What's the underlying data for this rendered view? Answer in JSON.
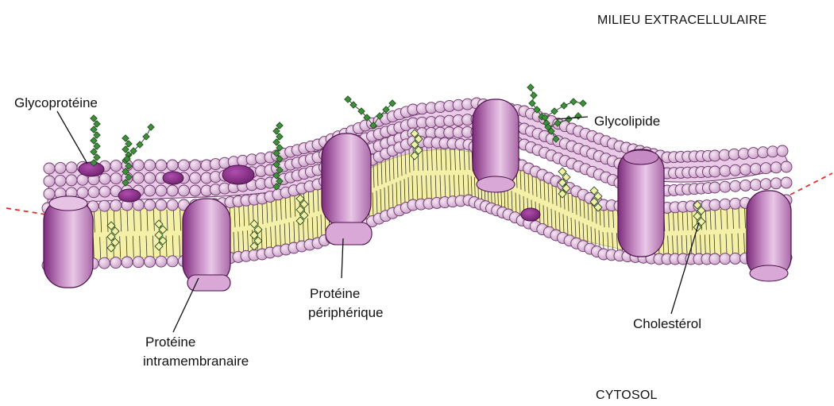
{
  "regions": {
    "extracellular": "MILIEU EXTRACELLULAIRE",
    "cytosol": "CYTOSOL"
  },
  "labels": {
    "glycoprotein": "Glycoprotéine",
    "glycolipid": "Glycolipide",
    "peripheral_line1": "Protéine",
    "peripheral_line2": "périphérique",
    "integral_line1": "Protéine",
    "integral_line2": "intramembranaire",
    "cholesterol": "Cholestérol"
  },
  "colors": {
    "background": "#ffffff",
    "phospholipid_head": "#e7c5e4",
    "head_outline": "#5d2d5d",
    "lipid_core": "#f5f0a8",
    "protein_light": "#d9a8d6",
    "protein_dark": "#7a2a79",
    "sugar_chain": "#3e8f3a",
    "cut_line": "#e0302a"
  }
}
